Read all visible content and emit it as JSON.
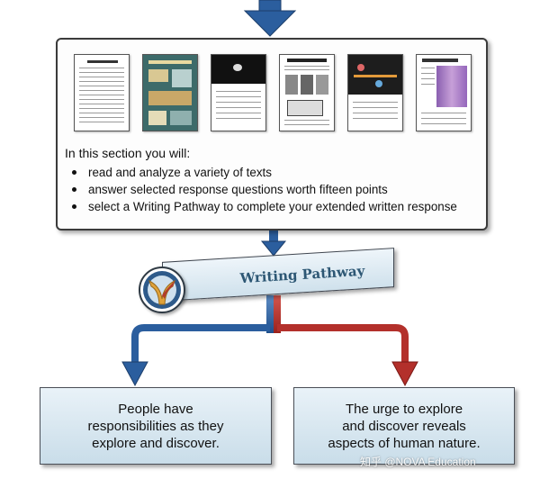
{
  "section_card": {
    "intro": "In this section you will:",
    "bullets": [
      "read and analyze a variety of texts",
      "answer selected response questions worth fifteen points",
      "select a Writing Pathway to complete your extended written response"
    ],
    "thumbnails": [
      {
        "name": "text-thumbnail-1",
        "style": "article",
        "icon": "document-icon"
      },
      {
        "name": "text-thumbnail-2",
        "style": "infographic",
        "icon": "infographic-icon"
      },
      {
        "name": "text-thumbnail-3",
        "style": "photo",
        "icon": "photo-icon"
      },
      {
        "name": "text-thumbnail-4",
        "style": "newspaper",
        "icon": "newspaper-icon"
      },
      {
        "name": "text-thumbnail-5",
        "style": "timeline",
        "icon": "timeline-icon"
      },
      {
        "name": "text-thumbnail-6",
        "style": "article-with-art",
        "icon": "article-icon"
      }
    ]
  },
  "writing_pathway": {
    "label": "Writing Pathway",
    "badge_icon": "pathway-fork-icon"
  },
  "choices": {
    "left": "People have\nresponsibilities as they\nexplore and discover.",
    "right": "The urge to explore\nand discover reveals\naspects of human nature."
  },
  "watermark": "知乎 @NOVA Education",
  "colors": {
    "arrow_blue": "#2b5e9e",
    "arrow_red": "#b3302b",
    "banner_text": "#2d5774",
    "choice_fill": "#d6e6f0"
  }
}
